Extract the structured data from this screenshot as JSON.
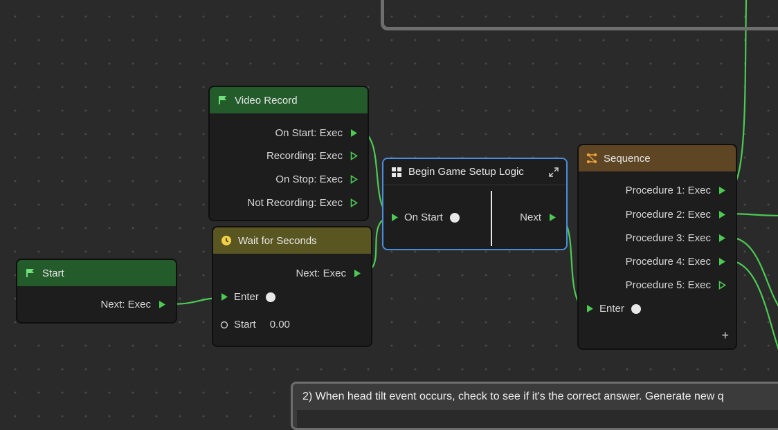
{
  "nodes": {
    "start": {
      "title": "Start",
      "out": "Next: Exec"
    },
    "video_record": {
      "title": "Video Record",
      "outputs": [
        "On Start: Exec",
        "Recording: Exec",
        "On Stop: Exec",
        "Not Recording: Exec"
      ]
    },
    "wait_for_seconds": {
      "title": "Wait for Seconds",
      "out": "Next: Exec",
      "in_enter": "Enter",
      "in_start": "Start",
      "start_value": "0.00"
    },
    "begin_game_setup": {
      "title": "Begin Game Setup Logic",
      "in_label": "On Start",
      "out_label": "Next"
    },
    "sequence": {
      "title": "Sequence",
      "outputs": [
        "Procedure 1: Exec",
        "Procedure 2: Exec",
        "Procedure 3: Exec",
        "Procedure 4: Exec",
        "Procedure 5: Exec"
      ],
      "in_enter": "Enter",
      "add_label": "+"
    }
  },
  "comment": {
    "text": "2) When head tilt event occurs, check to see if it's the correct answer. Generate new q"
  },
  "colors": {
    "exec_green": "#4ccb53",
    "header_green": "#235b2b",
    "header_olive": "#5a5622",
    "header_brown": "#5e4523",
    "selection_blue": "#4a8fdd",
    "canvas": "#2a2a2a"
  },
  "icons": {
    "start": "flag-icon",
    "video_record": "flag-icon",
    "wait_for_seconds": "clock-icon",
    "begin_game_setup": "grid-icon",
    "begin_game_setup_expand": "expand-icon",
    "sequence": "sequence-icon"
  }
}
